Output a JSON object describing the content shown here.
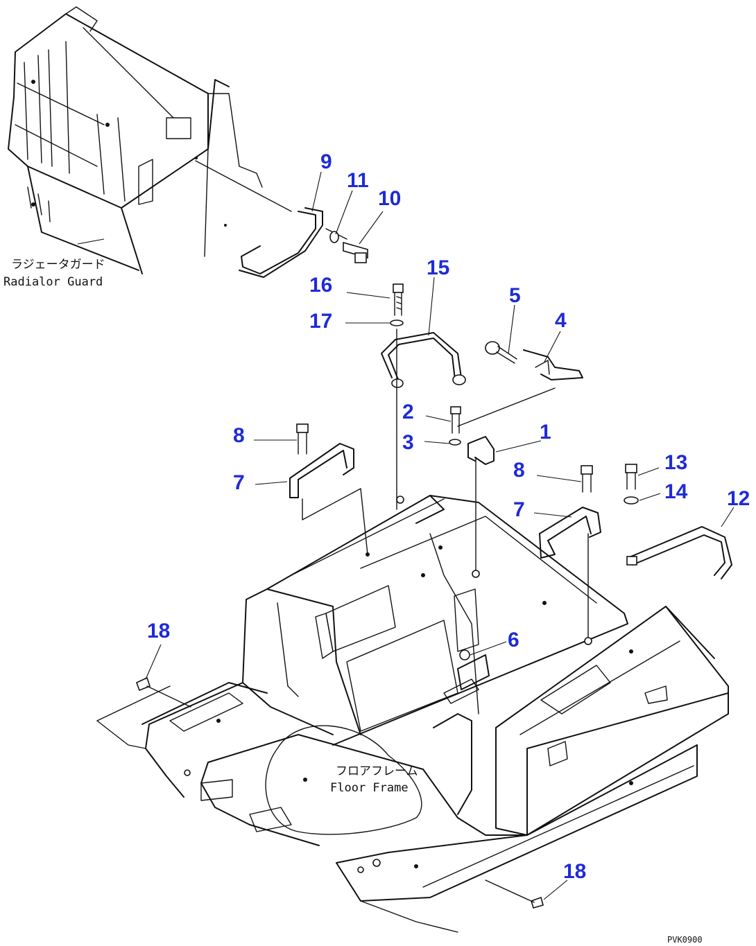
{
  "diagram": {
    "callouts": [
      "1",
      "2",
      "3",
      "4",
      "5",
      "6",
      "7",
      "7",
      "8",
      "8",
      "9",
      "10",
      "11",
      "12",
      "13",
      "14",
      "15",
      "16",
      "17",
      "18",
      "18"
    ],
    "labels": {
      "radiator_guard_jp": "ラジェータガード",
      "radiator_guard_en": "Radialor Guard",
      "floor_frame_jp": "フロアフレーム",
      "floor_frame_en": "Floor Frame"
    },
    "drawing_code": "PVK0900",
    "colors": {
      "callout": "#1f2bd6",
      "line": "#111111",
      "background": "#ffffff"
    }
  }
}
